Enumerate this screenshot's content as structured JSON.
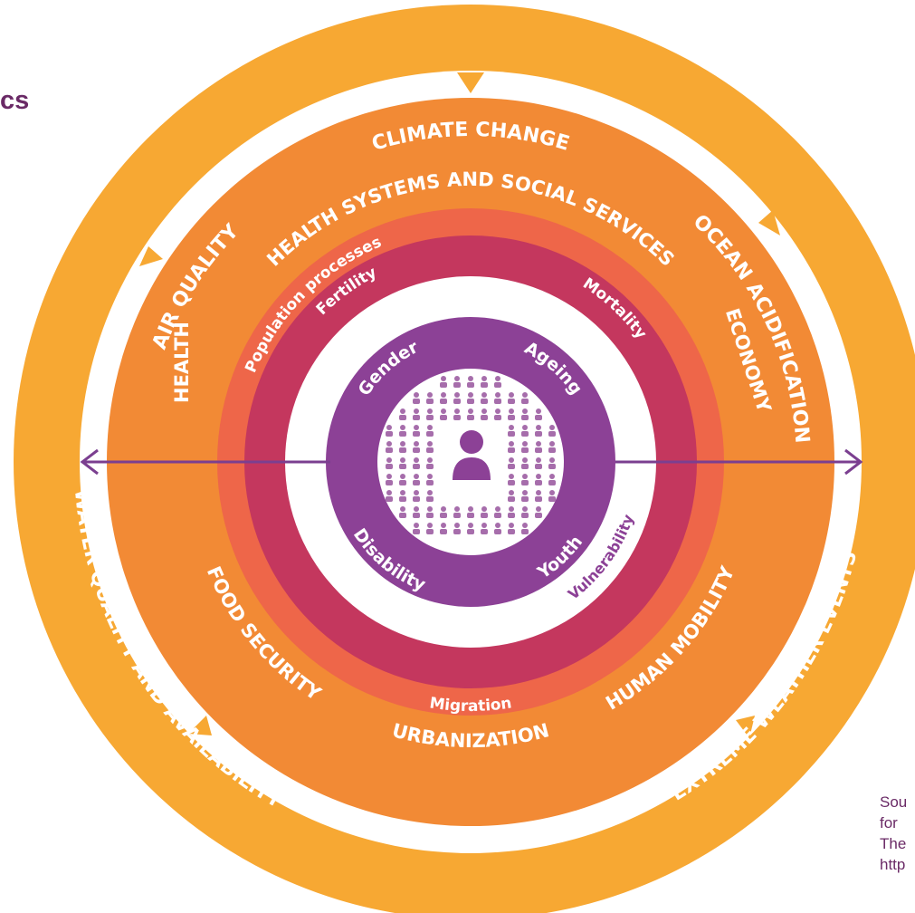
{
  "header": {
    "title_fragment": "cs"
  },
  "rings": {
    "outer": {
      "top": "CLIMATE CHANGE",
      "top_right": "OCEAN ACIDIFICATION",
      "top_left": "AIR QUALITY",
      "bottom_left": "WATER QUALITY AND AVAILABILITY",
      "bottom_right": "EXTREME WEATHER EVENTS"
    },
    "second": {
      "top": "HEALTH SYSTEMS AND SOCIAL SERVICES",
      "left": "HEALTH",
      "right": "ECONOMY",
      "bottom_left": "FOOD SECURITY",
      "bottom": "URBANIZATION",
      "bottom_right": "HUMAN MOBILITY"
    },
    "third": {
      "top_left": "Population processes",
      "bottom": "Migration"
    },
    "fourth": {
      "top_left": "Fertility",
      "top_right": "Mortality"
    },
    "core": {
      "top_left": "Gender",
      "top_right": "Ageing",
      "bottom_left": "Disability",
      "bottom_right": "Youth",
      "outside": "Vulnerability"
    }
  },
  "source_lines": [
    "Sou",
    "for",
    "The",
    "http"
  ],
  "colors": {
    "outer_ring": "#f7a833",
    "second_ring": "#f28a35",
    "third_ring": "#ee6649",
    "fourth_ring": "#c4375e",
    "core_ring": "#8c4196",
    "title": "#6a2a66",
    "arrow": "#7b3f90"
  },
  "icons": {
    "center": "person-icon",
    "population": "people-grid-icon"
  }
}
